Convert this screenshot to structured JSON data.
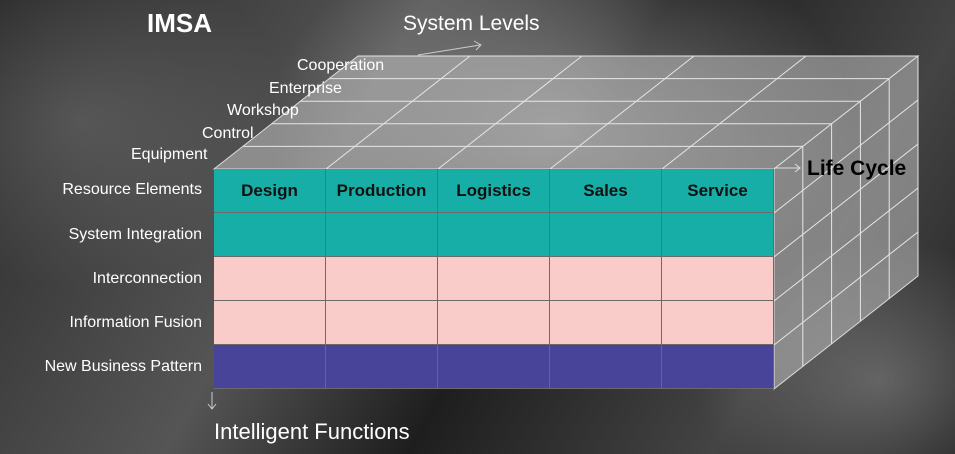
{
  "title": "IMSA",
  "axes": {
    "system_levels": "System Levels",
    "life_cycle": "Life Cycle",
    "intelligent_functions": "Intelligent Functions"
  },
  "system_levels": [
    "Equipment",
    "Control",
    "Workshop",
    "Enterprise",
    "Cooperation"
  ],
  "life_cycle": [
    "Design",
    "Production",
    "Logistics",
    "Sales",
    "Service"
  ],
  "intelligent_functions": [
    "Resource Elements",
    "System Integration",
    "Interconnection",
    "Information Fusion",
    "New Business Pattern"
  ],
  "colors": {
    "teal": "#16aea6",
    "pink": "#f9cbc9",
    "purple": "#48449a",
    "cube_face": "#b8b8b8"
  }
}
